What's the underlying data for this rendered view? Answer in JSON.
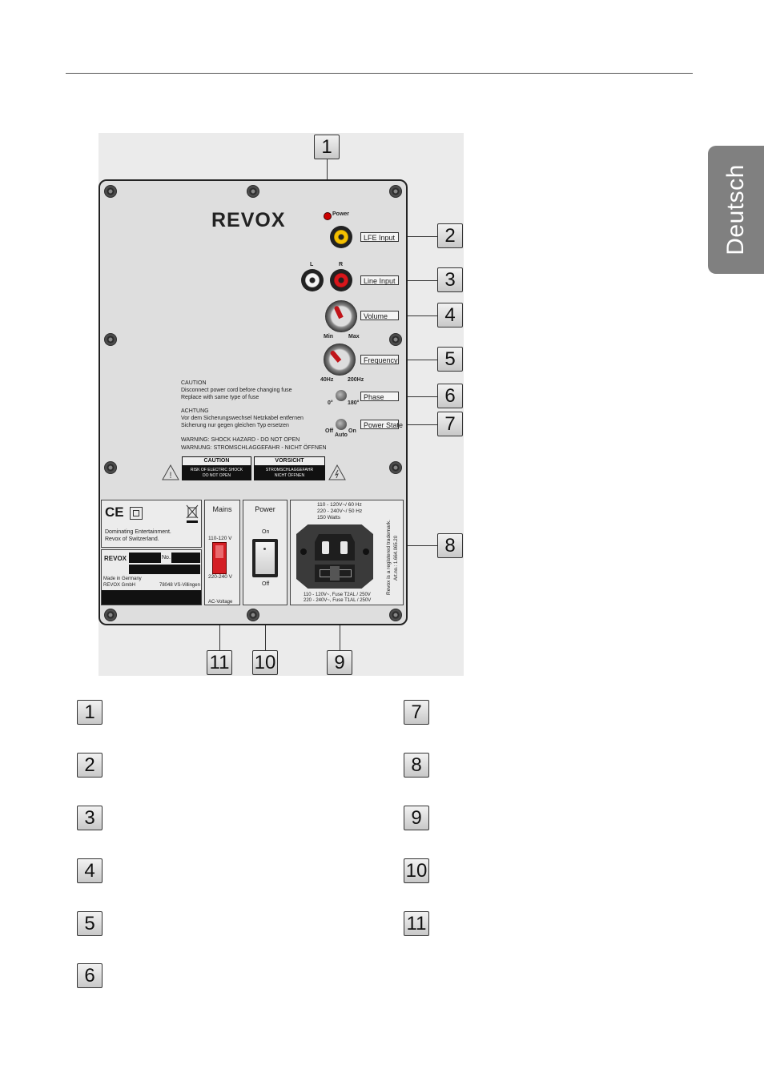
{
  "tab_label": "Deutsch",
  "callouts": {
    "c1": "1",
    "c2": "2",
    "c3": "3",
    "c4": "4",
    "c5": "5",
    "c6": "6",
    "c7": "7",
    "c8": "8",
    "c9": "9",
    "c10": "10",
    "c11": "11"
  },
  "panel": {
    "brand": "REVOX",
    "power": "Power",
    "lfe_input": "LFE Input",
    "l": "L",
    "r": "R",
    "line_input": "Line Input",
    "volume": "Volume",
    "min": "Min",
    "max": "Max",
    "frequency": "Frequency",
    "hz40": "40Hz",
    "hz200": "200Hz",
    "phase": "Phase",
    "deg0": "0°",
    "deg180": "180°",
    "power_state": "Power State",
    "off": "Off",
    "auto": "Auto",
    "on": "On",
    "caution_1": "CAUTION",
    "caution_2": "Disconnect power cord before changing fuse",
    "caution_3": "Replace with same type of fuse",
    "achtung_1": "ACHTUNG",
    "achtung_2": "Vor dem Sicherungswechsel Netzkabel entfernen",
    "achtung_3": "Sicherung nur gegen gleichen Typ ersetzen",
    "warning_1": "WARNING: SHOCK HAZARD - DO NOT OPEN",
    "warning_2": "WARNUNG: STROMSCHLAGGEFAHR - NICHT ÖFFNEN",
    "caution_box_title": "CAUTION",
    "caution_box_1": "RISK OF ELECTRIC SHOCK",
    "caution_box_2": "DO NOT OPEN",
    "vorsicht_title": "VORSICHT",
    "vorsicht_1": "STROMSCHLAGGEFAHR",
    "vorsicht_2": "NICHT ÖFFNEN",
    "ce": "CE",
    "dominating_1": "Dominating Entertainment.",
    "dominating_2": "Revox of Switzerland.",
    "no": "No.",
    "made_1": "Made in Germany",
    "made_2": "REVOX GmbH",
    "made_3": "78048 VS-Villingen",
    "mains": "Mains",
    "v110": "110-120 V",
    "v220": "220-240 V",
    "ac_voltage": "AC-Voltage",
    "power_switch": "Power",
    "switch_on": "On",
    "switch_off": "Off",
    "rating_1": "110 - 120V~/ 60 Hz",
    "rating_2": "220 - 240V~/ 50 Hz",
    "rating_3": "150 Watts",
    "fuse_1": "110 - 120V~, Fuse T2AL / 250V",
    "fuse_2": "220 - 240V~, Fuse T1AL / 250V",
    "trademark_1": "Revox is a registered trademark.",
    "trademark_2": "Art.no.: 1.664.065.20"
  },
  "legend_left": [
    "1",
    "2",
    "3",
    "4",
    "5",
    "6"
  ],
  "legend_right": [
    "7",
    "8",
    "9",
    "10",
    "11"
  ]
}
